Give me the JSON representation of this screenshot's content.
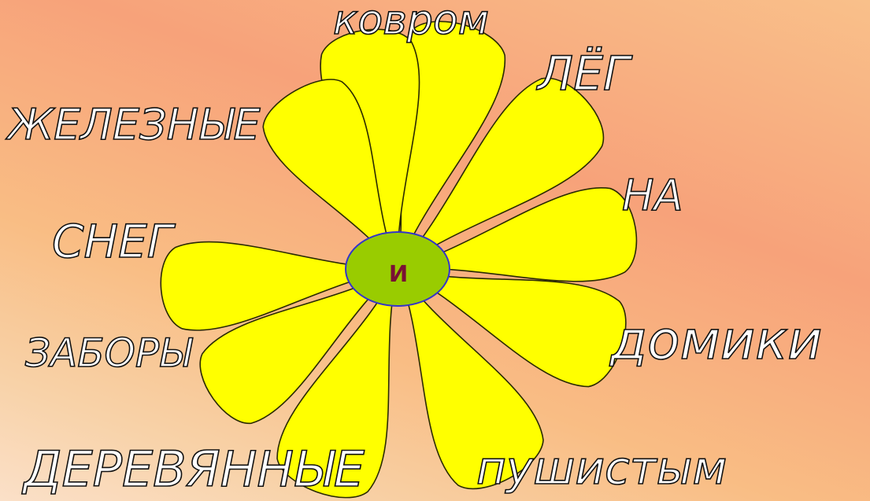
{
  "center_letter": "и",
  "words": {
    "kovrom": "ковром",
    "leg": "ЛЁГ",
    "zheleznye": "ЖЕЛЕЗНЫЕ",
    "na": "НА",
    "sneg": "СНЕГ",
    "domiki": "домики",
    "zabory": "ЗАБОРЫ",
    "derevyannye": "ДЕРЕВЯННЫЕ",
    "pushistym": "пушистым"
  },
  "colors": {
    "petal": "#ffff00",
    "center": "#99cc00",
    "center_border": "#3333cc",
    "center_letter": "#7a1034",
    "word_fill": "#ffffff",
    "word_outline": "#111111"
  }
}
